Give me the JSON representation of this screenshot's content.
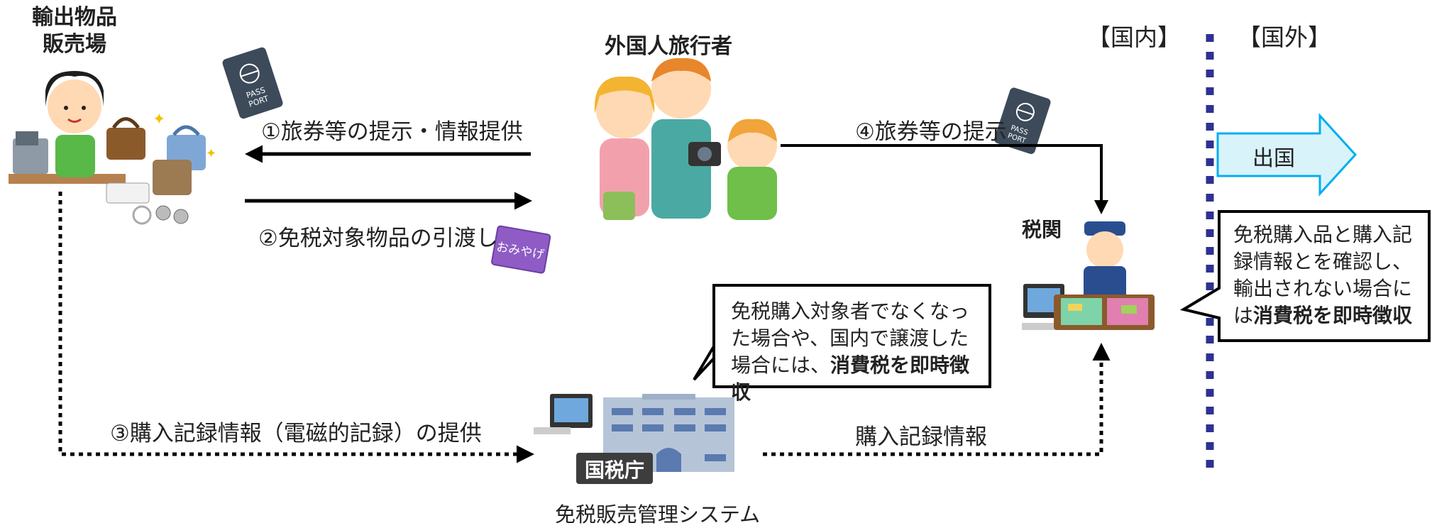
{
  "actors": {
    "store": "輸出物品\n販売場",
    "tourists": "外国人旅行者",
    "customs": "税関",
    "nta_badge": "国税庁",
    "system": "免税販売管理システム"
  },
  "regions": {
    "domestic": "【国内】",
    "foreign": "【国外】"
  },
  "flows": {
    "step1": "①旅券等の提示・情報提供",
    "step2": "②免税対象物品の引渡し",
    "step3": "③購入記録情報（電磁的記録）の提供",
    "step4": "④旅券等の提示",
    "record_info": "購入記録情報",
    "departure": "出国"
  },
  "callouts": {
    "center_pre": "免税購入対象者でなくなった場合や、国内で譲渡した場合には、",
    "center_bold": "消費税を即時徴収",
    "right_pre": "免税購入品と購入記録情報とを確認し、輸出されない場合には",
    "right_bold": "消費税を即時徴収"
  },
  "icons": {
    "passport_text": "PASS\nPORT",
    "souvenir_text": "おみやげ"
  },
  "colors": {
    "border_line": "#2e3192",
    "departure_fill": "#d9f3fb",
    "departure_stroke": "#00aeef",
    "building": "#b6c4d8"
  }
}
